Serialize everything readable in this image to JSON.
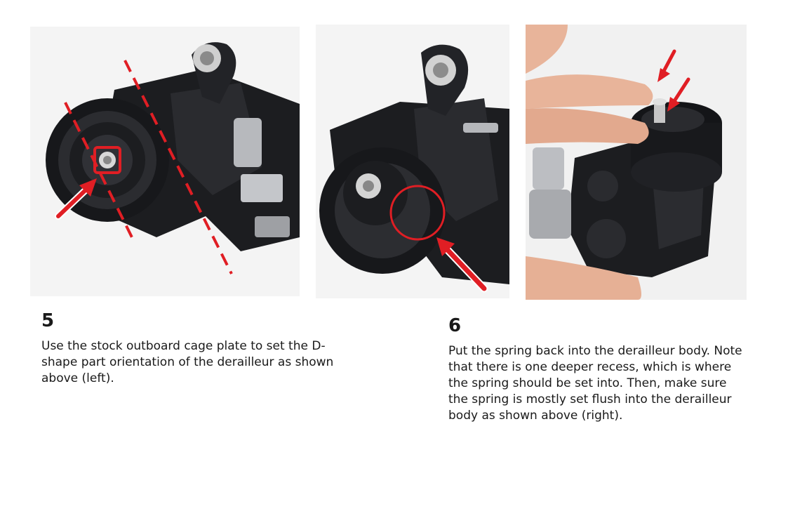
{
  "steps": [
    {
      "number": "5",
      "text": "Use the stock outboard cage plate to set the D-\nshape part orientation of the derailleur as shown\nabove (left)."
    },
    {
      "number": "6",
      "text": "Put the spring back into the derailleur body. Note\nthat there is one deeper recess, which is where\nthe spring should be set into. Then, make sure\nthe spring is mostly set flush into the derailleur\nbody as shown above (right)."
    }
  ],
  "colors": {
    "annotation_red": "#e01e24",
    "derailleur_black": "#1c1d20",
    "background": "#ffffff"
  }
}
